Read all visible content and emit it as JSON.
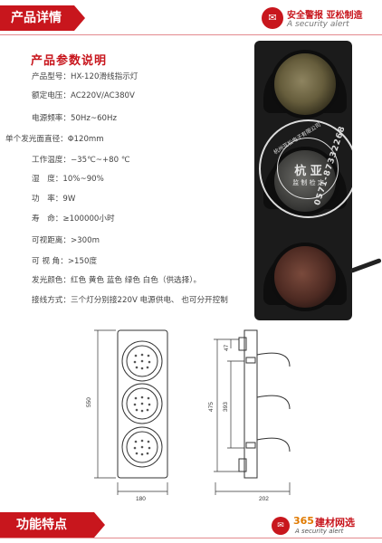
{
  "header": {
    "tab_label": "产品详情",
    "brand_cn": "安全警报 亚松制造",
    "brand_en": "A security alert",
    "logo_glyph": "✉"
  },
  "section": {
    "title": "产品参数说明"
  },
  "specs": [
    {
      "k": "产品型号：",
      "v": "HX-120滑线指示灯"
    },
    {
      "k": "额定电压：",
      "v": "AC220V/AC380V"
    },
    {
      "k": "电源频率：",
      "v": "50Hz~60Hz"
    },
    {
      "k": "单个发光面直径：",
      "v": "Φ120mm"
    },
    {
      "k": "工作温度：",
      "v": "−35℃~+80 ℃"
    },
    {
      "k": "湿　度：",
      "v": "10%~90%"
    },
    {
      "k": "功　率：",
      "v": "9W"
    },
    {
      "k": "寿　命：",
      "v": "≥100000小时"
    },
    {
      "k": "可视距离：",
      "v": ">300m"
    },
    {
      "k": "可 视 角：",
      "v": ">150度"
    },
    {
      "k": "发光颜色：",
      "v": "红色 黄色 蓝色 绿色 白色（供选择）。"
    },
    {
      "k": "接线方式：",
      "v": "三个灯分别接220V 电源供电、 也可分开控制"
    }
  ],
  "stamp": {
    "name": "杭 亚",
    "sub": "监 制 检 定",
    "top_text": "杭州亚松电子有限公司",
    "phone": "0571-87332268"
  },
  "drawing": {
    "height_total": "550",
    "width_front": "180",
    "depth_side": "202",
    "height_side": "475",
    "height_mount": "393",
    "offset_top": "47"
  },
  "footer": {
    "tab_label": "功能特点",
    "brand_365": "365",
    "brand_site": "建材网选",
    "brand_en": "A security alert",
    "logo_glyph": "✉"
  },
  "colors": {
    "accent": "#c8161d",
    "panel": "#1b1b1b"
  }
}
